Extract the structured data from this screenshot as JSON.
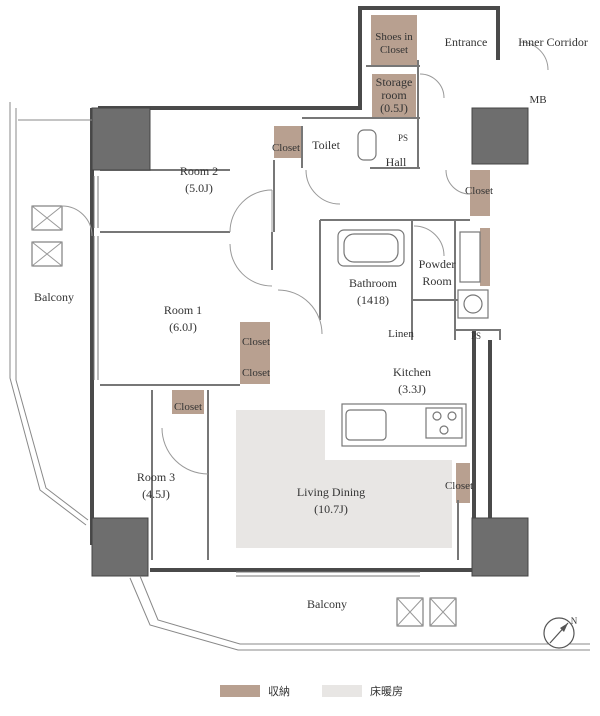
{
  "colors": {
    "storage": "#b8a090",
    "floor_heating": "#e8e6e4",
    "wall": "#4a4a4a",
    "column": "#6e6e6e",
    "line": "#888888"
  },
  "rooms": {
    "shoes_closet": "Shoes in",
    "shoes_closet_2": "Closet",
    "entrance": "Entrance",
    "inner_corridor": "Inner Corridor",
    "storage_room": "Storage",
    "storage_room_2": "room",
    "storage_room_size": "(0.5J)",
    "mb": "MB",
    "ps_top": "PS",
    "toilet": "Toilet",
    "hall": "Hall",
    "room2": "Room 2",
    "room2_size": "(5.0J)",
    "room1": "Room 1",
    "room1_size": "(6.0J)",
    "room3": "Room 3",
    "room3_size": "(4.5J)",
    "bathroom": "Bathroom",
    "bathroom_size": "(1418)",
    "powder_room": "Powder",
    "powder_room_2": "Room",
    "linen": "Linen",
    "ps_kitchen": "PS",
    "kitchen": "Kitchen",
    "kitchen_size": "(3.3J)",
    "living_dining": "Living Dining",
    "living_dining_size": "(10.7J)",
    "balcony_left": "Balcony",
    "balcony_bottom": "Balcony",
    "closet_room2": "Closet",
    "closet_hall": "Closet",
    "closet_room1_a": "Closet",
    "closet_room1_b": "Closet",
    "closet_room3": "Closet",
    "closet_living": "Closet",
    "compass_n": "N"
  },
  "legend": {
    "storage_label": "収納",
    "floor_heating_label": "床暖房"
  }
}
